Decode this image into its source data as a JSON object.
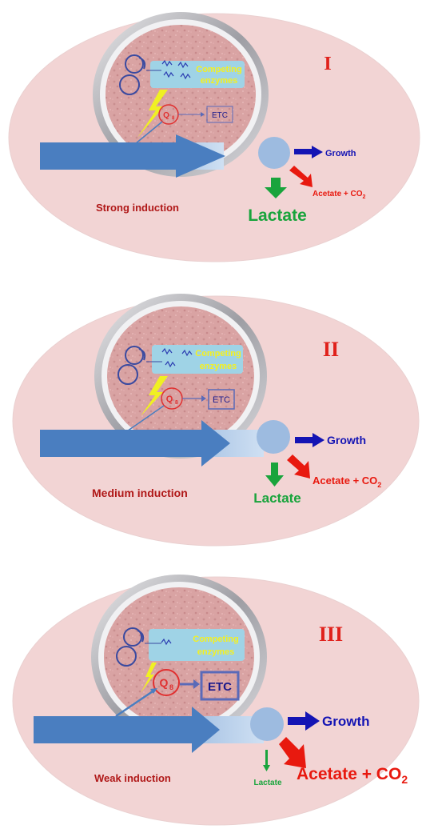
{
  "colors": {
    "cell": "#f2d4d4",
    "cell_stroke": "#e8c0c0",
    "nucleus": "#d9a0a0",
    "ring_outer": "#b8b8bc",
    "ring_inner": "#f4f4f6",
    "blue_arrow": "#4a7ec0",
    "red": "#e8190f",
    "green": "#19a43c",
    "navy": "#1414b4",
    "darkred": "#b01818",
    "cyan_box": "#9fd3e6",
    "yellow": "#f4f020",
    "bolt": "#f0f022"
  },
  "panels": [
    {
      "roman": "I",
      "induction_label": "Strong induction",
      "competing_line1": "Competing",
      "competing_line2": "enzymes",
      "q8_main": "Q",
      "q8_sub": "8",
      "etc": "ETC",
      "growth": "Growth",
      "acetate_main": "Acetate + CO",
      "acetate_sub": "2",
      "lactate": "Lactate"
    },
    {
      "roman": "II",
      "induction_label": "Medium induction",
      "competing_line1": "Competing",
      "competing_line2": "enzymes",
      "q8_main": "Q",
      "q8_sub": "8",
      "etc": "ETC",
      "growth": "Growth",
      "acetate_main": "Acetate + CO",
      "acetate_sub": "2",
      "lactate": "Lactate"
    },
    {
      "roman": "III",
      "induction_label": "Weak induction",
      "competing_line1": "Competing",
      "competing_line2": "enzymes",
      "q8_main": "Q",
      "q8_sub": "8",
      "etc": "ETC",
      "growth": "Growth",
      "acetate_main": "Acetate + CO",
      "acetate_sub": "2",
      "lactate": "Lactate"
    }
  ]
}
